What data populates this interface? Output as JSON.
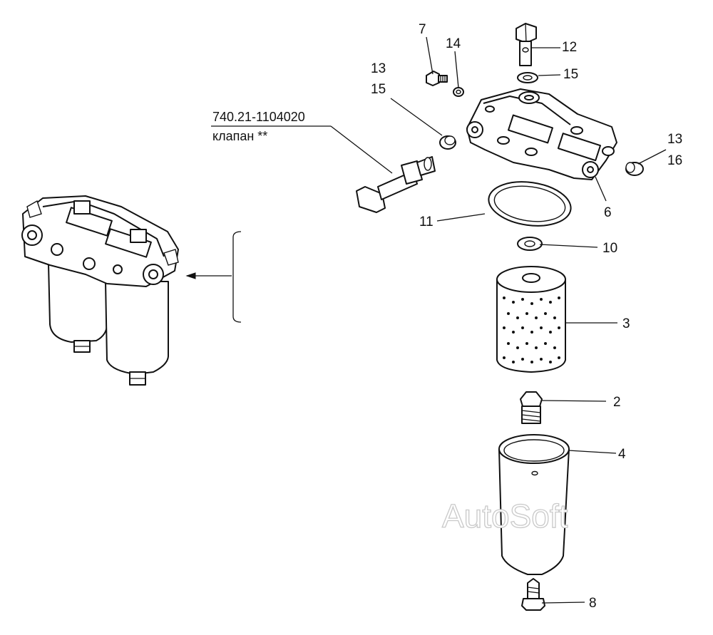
{
  "assembly": {
    "part_number": "740.21-1104020",
    "part_name": "клапан **"
  },
  "callouts": [
    {
      "id": "c7",
      "label": "7"
    },
    {
      "id": "c14",
      "label": "14"
    },
    {
      "id": "c12",
      "label": "12"
    },
    {
      "id": "c13a",
      "label": "13"
    },
    {
      "id": "c15a",
      "label": "15"
    },
    {
      "id": "c15b",
      "label": "15"
    },
    {
      "id": "c13b",
      "label": "13"
    },
    {
      "id": "c16",
      "label": "16"
    },
    {
      "id": "c11",
      "label": "11"
    },
    {
      "id": "c6",
      "label": "6"
    },
    {
      "id": "c10",
      "label": "10"
    },
    {
      "id": "c3",
      "label": "3"
    },
    {
      "id": "c2",
      "label": "2"
    },
    {
      "id": "c4",
      "label": "4"
    },
    {
      "id": "c8",
      "label": "8"
    }
  ],
  "watermark": "AutoSoft"
}
